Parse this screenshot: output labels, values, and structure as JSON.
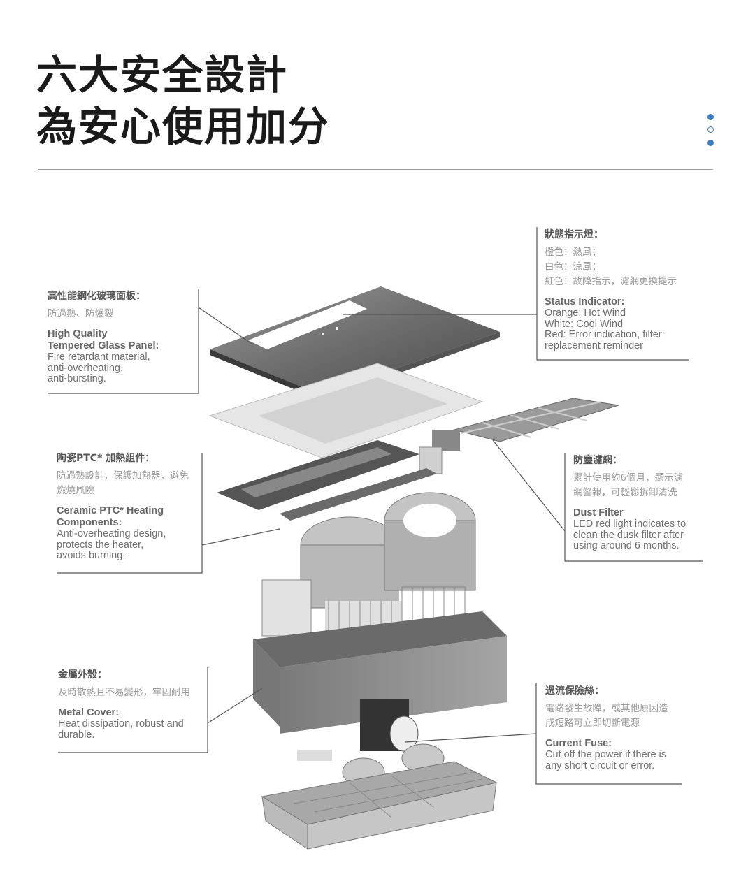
{
  "header": {
    "title_line1": "六大安全設計",
    "title_line2": "為安心使用加分"
  },
  "pager": {
    "dots": [
      {
        "state": "filled"
      },
      {
        "state": "hollow"
      },
      {
        "state": "filled"
      }
    ],
    "accent": "#3d7fc4"
  },
  "callouts": {
    "glass": {
      "zh_title": "高性能鋼化玻璃面板：",
      "zh_lines": [
        "防過熱、防爆裂"
      ],
      "en_title": [
        "High Quality",
        "Tempered Glass Panel:"
      ],
      "en_lines": [
        "Fire retardant material,",
        "anti-overheating,",
        "anti-bursting."
      ]
    },
    "ptc": {
      "zh_title": "陶瓷PTC* 加熱組件：",
      "zh_lines": [
        "防過熱設計，保護加熱器，避免",
        "燃燒風險"
      ],
      "en_title": [
        "Ceramic PTC* Heating",
        "Components:"
      ],
      "en_lines": [
        "Anti-overheating design,",
        "protects the heater,",
        "avoids burning."
      ]
    },
    "metal": {
      "zh_title": "金屬外殼：",
      "zh_lines": [
        "及時散熱且不易變形，牢固耐用"
      ],
      "en_title": [
        "Metal Cover:"
      ],
      "en_lines": [
        "Heat dissipation, robust and",
        "durable."
      ]
    },
    "status": {
      "zh_title": "狀態指示燈：",
      "zh_lines": [
        "橙色：熱風；",
        "白色：涼風；",
        "紅色：故障指示，濾網更換提示"
      ],
      "en_title": [
        "Status Indicator:"
      ],
      "en_lines": [
        "Orange: Hot Wind",
        "White: Cool Wind",
        "Red: Error indication, filter",
        "replacement reminder"
      ]
    },
    "dust": {
      "zh_title": "防塵濾網：",
      "zh_lines": [
        "累計使用約6個月，顯示濾",
        "網警報，可輕鬆拆卸清洗"
      ],
      "en_title": [
        "Dust Filter"
      ],
      "en_lines": [
        "LED red light indicates to",
        "clean the dusk filter after",
        "using around 6 months."
      ]
    },
    "fuse": {
      "zh_title": "過流保險絲：",
      "zh_lines": [
        "電路發生故障，或其他原因造",
        "成短路可立即切斷電源"
      ],
      "en_title": [
        "Current Fuse:"
      ],
      "en_lines": [
        "Cut off the power if there is",
        "any short circuit or error."
      ]
    }
  }
}
